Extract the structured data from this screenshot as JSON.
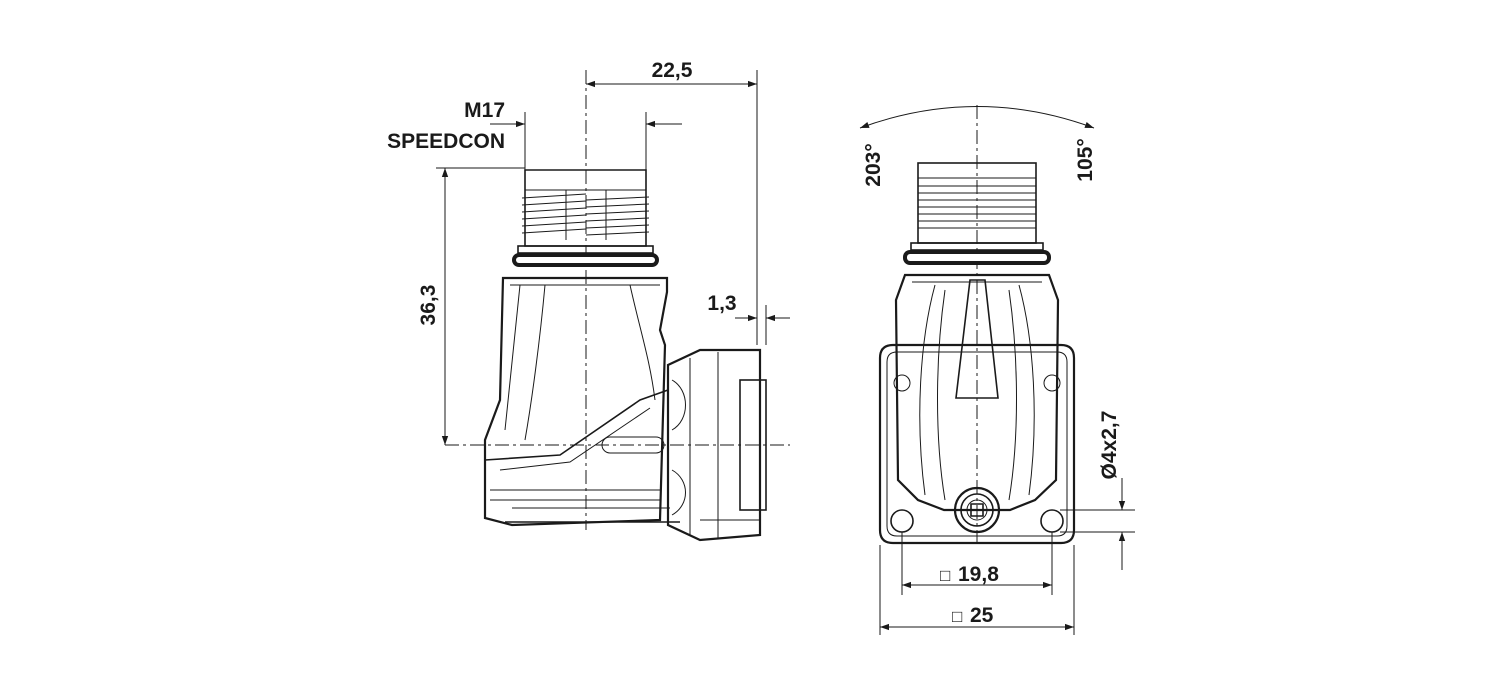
{
  "diagram": {
    "type": "technical-drawing",
    "stroke_color": "#1a1a1a",
    "background": "#ffffff",
    "side_view": {
      "dimensions": {
        "width_top": "22,5",
        "thread_label_1": "M17",
        "thread_label_2": "SPEEDCON",
        "height": "36,3",
        "offset": "1,3"
      }
    },
    "front_view": {
      "dimensions": {
        "rotation_left": "203°",
        "rotation_right": "105°",
        "hole_spacing": "19,8",
        "flange_width": "25",
        "hole_diameter": "Ø4x2,7",
        "square_symbol": "□"
      }
    }
  }
}
